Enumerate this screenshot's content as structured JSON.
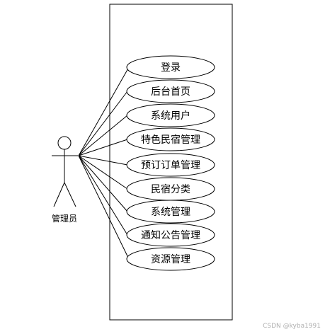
{
  "actor": {
    "name": "管理员"
  },
  "use_cases": [
    {
      "label": "登录"
    },
    {
      "label": "后台首页"
    },
    {
      "label": "系统用户"
    },
    {
      "label": "特色民宿管理"
    },
    {
      "label": "预订订单管理"
    },
    {
      "label": "民宿分类"
    },
    {
      "label": "系统管理"
    },
    {
      "label": "通知公告管理"
    },
    {
      "label": "资源管理"
    }
  ],
  "watermark": "CSDN @kyba1991"
}
